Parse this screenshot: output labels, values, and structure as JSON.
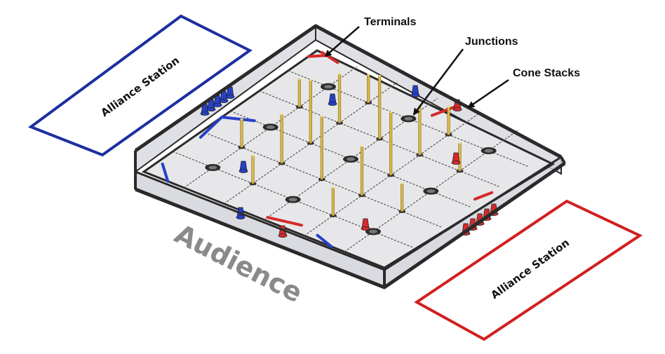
{
  "callouts": {
    "terminals": "Terminals",
    "junctions": "Junctions",
    "cone_stacks": "Cone Stacks"
  },
  "stations": {
    "blue_label": "Alliance Station",
    "red_label": "Alliance Station",
    "blue_color": "#1c2fa0",
    "red_color": "#d21f1f"
  },
  "audience": {
    "label": "Audience",
    "color": "#8a8a8a"
  },
  "field": {
    "mat_color": "#e7e7ea",
    "wall_color": "#d4d6de",
    "frame_color": "#2a2a2a",
    "pole_color": "#d9b84a",
    "tape_blue": "#2640c8",
    "tape_red": "#d62a2a",
    "grid_size": 6
  }
}
